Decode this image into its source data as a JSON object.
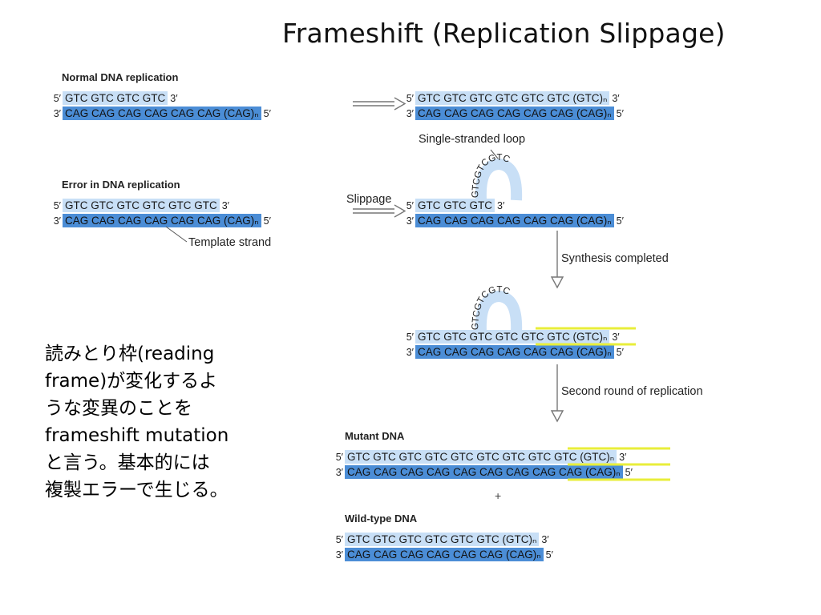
{
  "title": "Frameshift (Replication Slippage)",
  "sections": {
    "normal": "Normal DNA replication",
    "error": "Error in DNA replication",
    "mutant": "Mutant DNA",
    "wildtype": "Wild-type DNA"
  },
  "labels": {
    "slippage": "Slippage",
    "template_strand": "Template strand",
    "single_stranded_loop": "Single-stranded loop",
    "synthesis_completed": "Synthesis completed",
    "second_round": "Second round of replication",
    "plus": "+"
  },
  "loop_text": "GTCGTCGTC",
  "strands": {
    "normal_top": {
      "left": "5′",
      "seq": "GTC  GTC  GTC  GTC",
      "right": "3′"
    },
    "normal_bottom": {
      "left": "3′",
      "seq": "CAG CAG  CAG  CAG CAG  CAG  (CAG)ₙ",
      "right": "5′"
    },
    "normal_result_top": {
      "left": "5′",
      "seq": "GTC  GTC  GTC  GTC  GTC  GTC  (GTC)ₙ",
      "right": "3′"
    },
    "normal_result_bottom": {
      "left": "3′",
      "seq": "CAG CAG  CAG  CAG CAG  CAG  (CAG)ₙ",
      "right": "5′"
    },
    "error_top": {
      "left": "5′",
      "seq": "GTC  GTC  GTC  GTC  GTC  GTC",
      "right": "3′"
    },
    "error_bottom": {
      "left": "3′",
      "seq": "CAG CAG  CAG  CAG CAG  CAG  (CAG)ₙ",
      "right": "5′"
    },
    "slip_top": {
      "left": "5′",
      "seq": "GTC  GTC  GTC",
      "right": "3′"
    },
    "slip_bottom": {
      "left": "3′",
      "seq": "CAG CAG  CAG  CAG CAG  CAG  (CAG)ₙ",
      "right": "5′"
    },
    "synth_top": {
      "left": "5′",
      "seq": "GTC  GTC  GTC  GTC  GTC  GTC  (GTC)ₙ",
      "right": "3′"
    },
    "synth_bottom": {
      "left": "3′",
      "seq": "CAG CAG  CAG  CAG  CAG  CAG  (CAG)ₙ",
      "right": "5′"
    },
    "mutant_top": {
      "left": "5′",
      "seq": "GTC  GTC  GTC  GTC  GTC  GTC  GTC  GTC  GTC  (GTC)ₙ",
      "right": "3′"
    },
    "mutant_bottom": {
      "left": "3′",
      "seq": "CAG CAG  CAG  CAG CAG  CAG  CAG CAG  CAG (CAG)ₙ",
      "right": "5′"
    },
    "wild_top": {
      "left": "5′",
      "seq": "GTC  GTC  GTC  GTC  GTC  GTC  (GTC)ₙ",
      "right": "3′"
    },
    "wild_bottom": {
      "left": "3′",
      "seq": "CAG CAG  CAG  CAG CAG  CAG  (CAG)ₙ",
      "right": "5′"
    }
  },
  "japanese": {
    "line1": "読みとり枠(reading",
    "line2": "frame)が変化するよ",
    "line3": "うな変異のことを",
    "line4": "frameshift mutation",
    "line5": "と言う。基本的には",
    "line6": "複製エラーで生じる。"
  },
  "colors": {
    "light_strand": "#c8dff6",
    "dark_strand": "#4b8dd6",
    "highlight": "#e8ee3a"
  }
}
